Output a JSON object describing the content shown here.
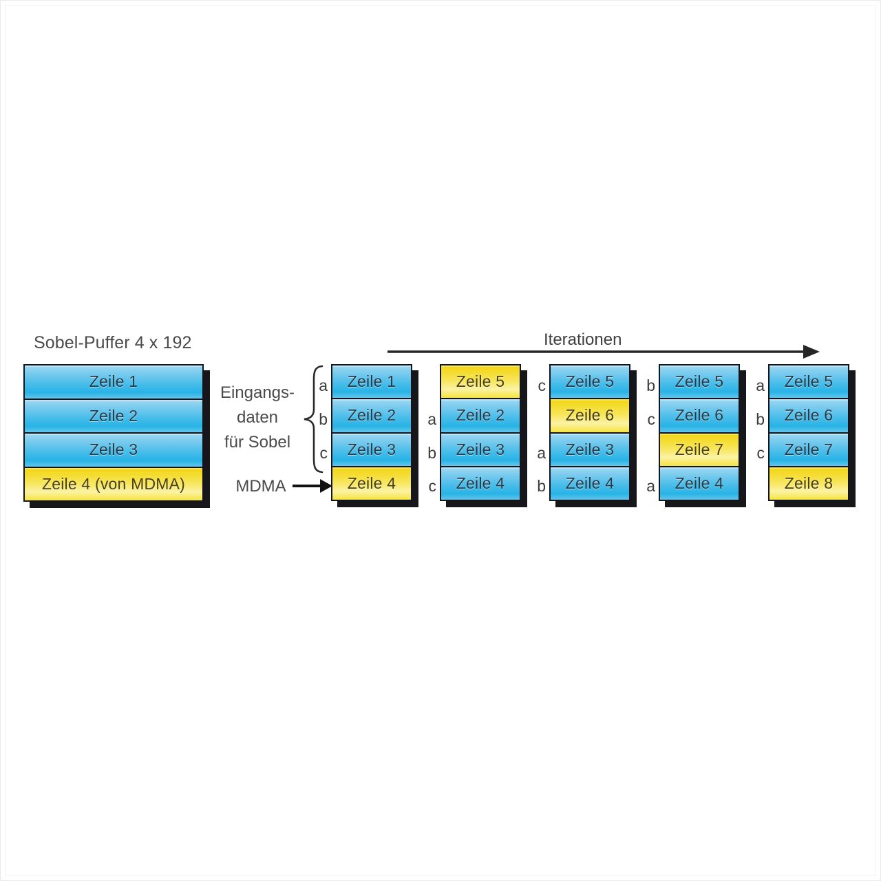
{
  "diagram": {
    "sobel_buffer": {
      "title": "Sobel-Puffer 4 x 192",
      "rows": [
        {
          "label": "Zeile 1",
          "color": "blue"
        },
        {
          "label": "Zeile 2",
          "color": "blue"
        },
        {
          "label": "Zeile 3",
          "color": "blue"
        },
        {
          "label": "Zeile 4 (von MDMA)",
          "color": "yellow"
        }
      ]
    },
    "annotations": {
      "input_data_line1": "Eingangs-",
      "input_data_line2": "daten",
      "input_data_line3": "für Sobel",
      "mdma_label": "MDMA",
      "iterations_label": "Iterationen"
    },
    "colors": {
      "blue_top": "#9fd8f2",
      "blue_bottom": "#28b3e6",
      "yellow_top": "#f2d515",
      "yellow_bottom": "#fbf2a4",
      "outline": "#12161c",
      "shadow": "#16161b",
      "text": "#4a4a4a"
    },
    "iteration_buffers": [
      {
        "id": "iteration-1",
        "rows": [
          {
            "letter": "a",
            "label": "Zeile 1",
            "color": "blue"
          },
          {
            "letter": "b",
            "label": "Zeile 2",
            "color": "blue"
          },
          {
            "letter": "c",
            "label": "Zeile 3",
            "color": "blue"
          },
          {
            "letter": "",
            "label": "Zeile 4",
            "color": "yellow"
          }
        ]
      },
      {
        "id": "iteration-2",
        "rows": [
          {
            "letter": "",
            "label": "Zeile 5",
            "color": "yellow"
          },
          {
            "letter": "a",
            "label": "Zeile 2",
            "color": "blue"
          },
          {
            "letter": "b",
            "label": "Zeile 3",
            "color": "blue"
          },
          {
            "letter": "c",
            "label": "Zeile 4",
            "color": "blue"
          }
        ]
      },
      {
        "id": "iteration-3",
        "rows": [
          {
            "letter": "c",
            "label": "Zeile 5",
            "color": "blue"
          },
          {
            "letter": "",
            "label": "Zeile 6",
            "color": "yellow"
          },
          {
            "letter": "a",
            "label": "Zeile 3",
            "color": "blue"
          },
          {
            "letter": "b",
            "label": "Zeile 4",
            "color": "blue"
          }
        ]
      },
      {
        "id": "iteration-4",
        "rows": [
          {
            "letter": "b",
            "label": "Zeile 5",
            "color": "blue"
          },
          {
            "letter": "c",
            "label": "Zeile 6",
            "color": "blue"
          },
          {
            "letter": "",
            "label": "Zeile 7",
            "color": "yellow"
          },
          {
            "letter": "a",
            "label": "Zeile 4",
            "color": "blue"
          }
        ]
      },
      {
        "id": "iteration-5",
        "rows": [
          {
            "letter": "a",
            "label": "Zeile 5",
            "color": "blue"
          },
          {
            "letter": "b",
            "label": "Zeile 6",
            "color": "blue"
          },
          {
            "letter": "c",
            "label": "Zeile 7",
            "color": "blue"
          },
          {
            "letter": "",
            "label": "Zeile 8",
            "color": "yellow"
          }
        ]
      }
    ]
  }
}
